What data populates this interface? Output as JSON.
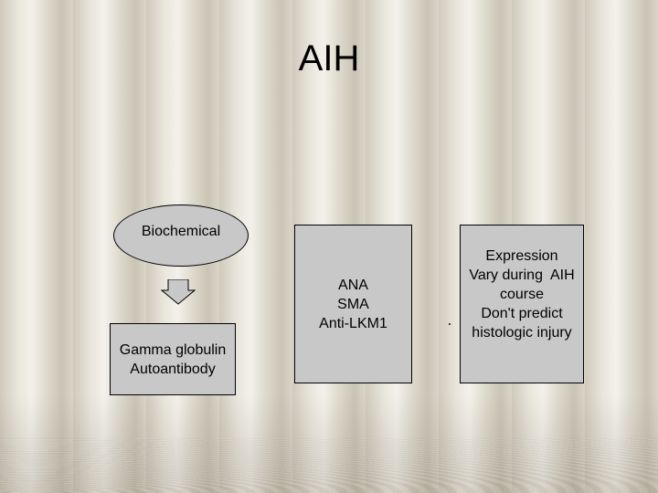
{
  "title": "AIH",
  "diagram": {
    "ellipse_label": "Biochemical",
    "box_left": [
      "Gamma globulin",
      "Autoantibody"
    ],
    "box_middle": [
      "ANA",
      "SMA",
      "Anti-LKM1"
    ],
    "box_right": [
      "Expression",
      "Vary during  AIH",
      "course",
      "Don't predict",
      "histologic injury"
    ]
  }
}
